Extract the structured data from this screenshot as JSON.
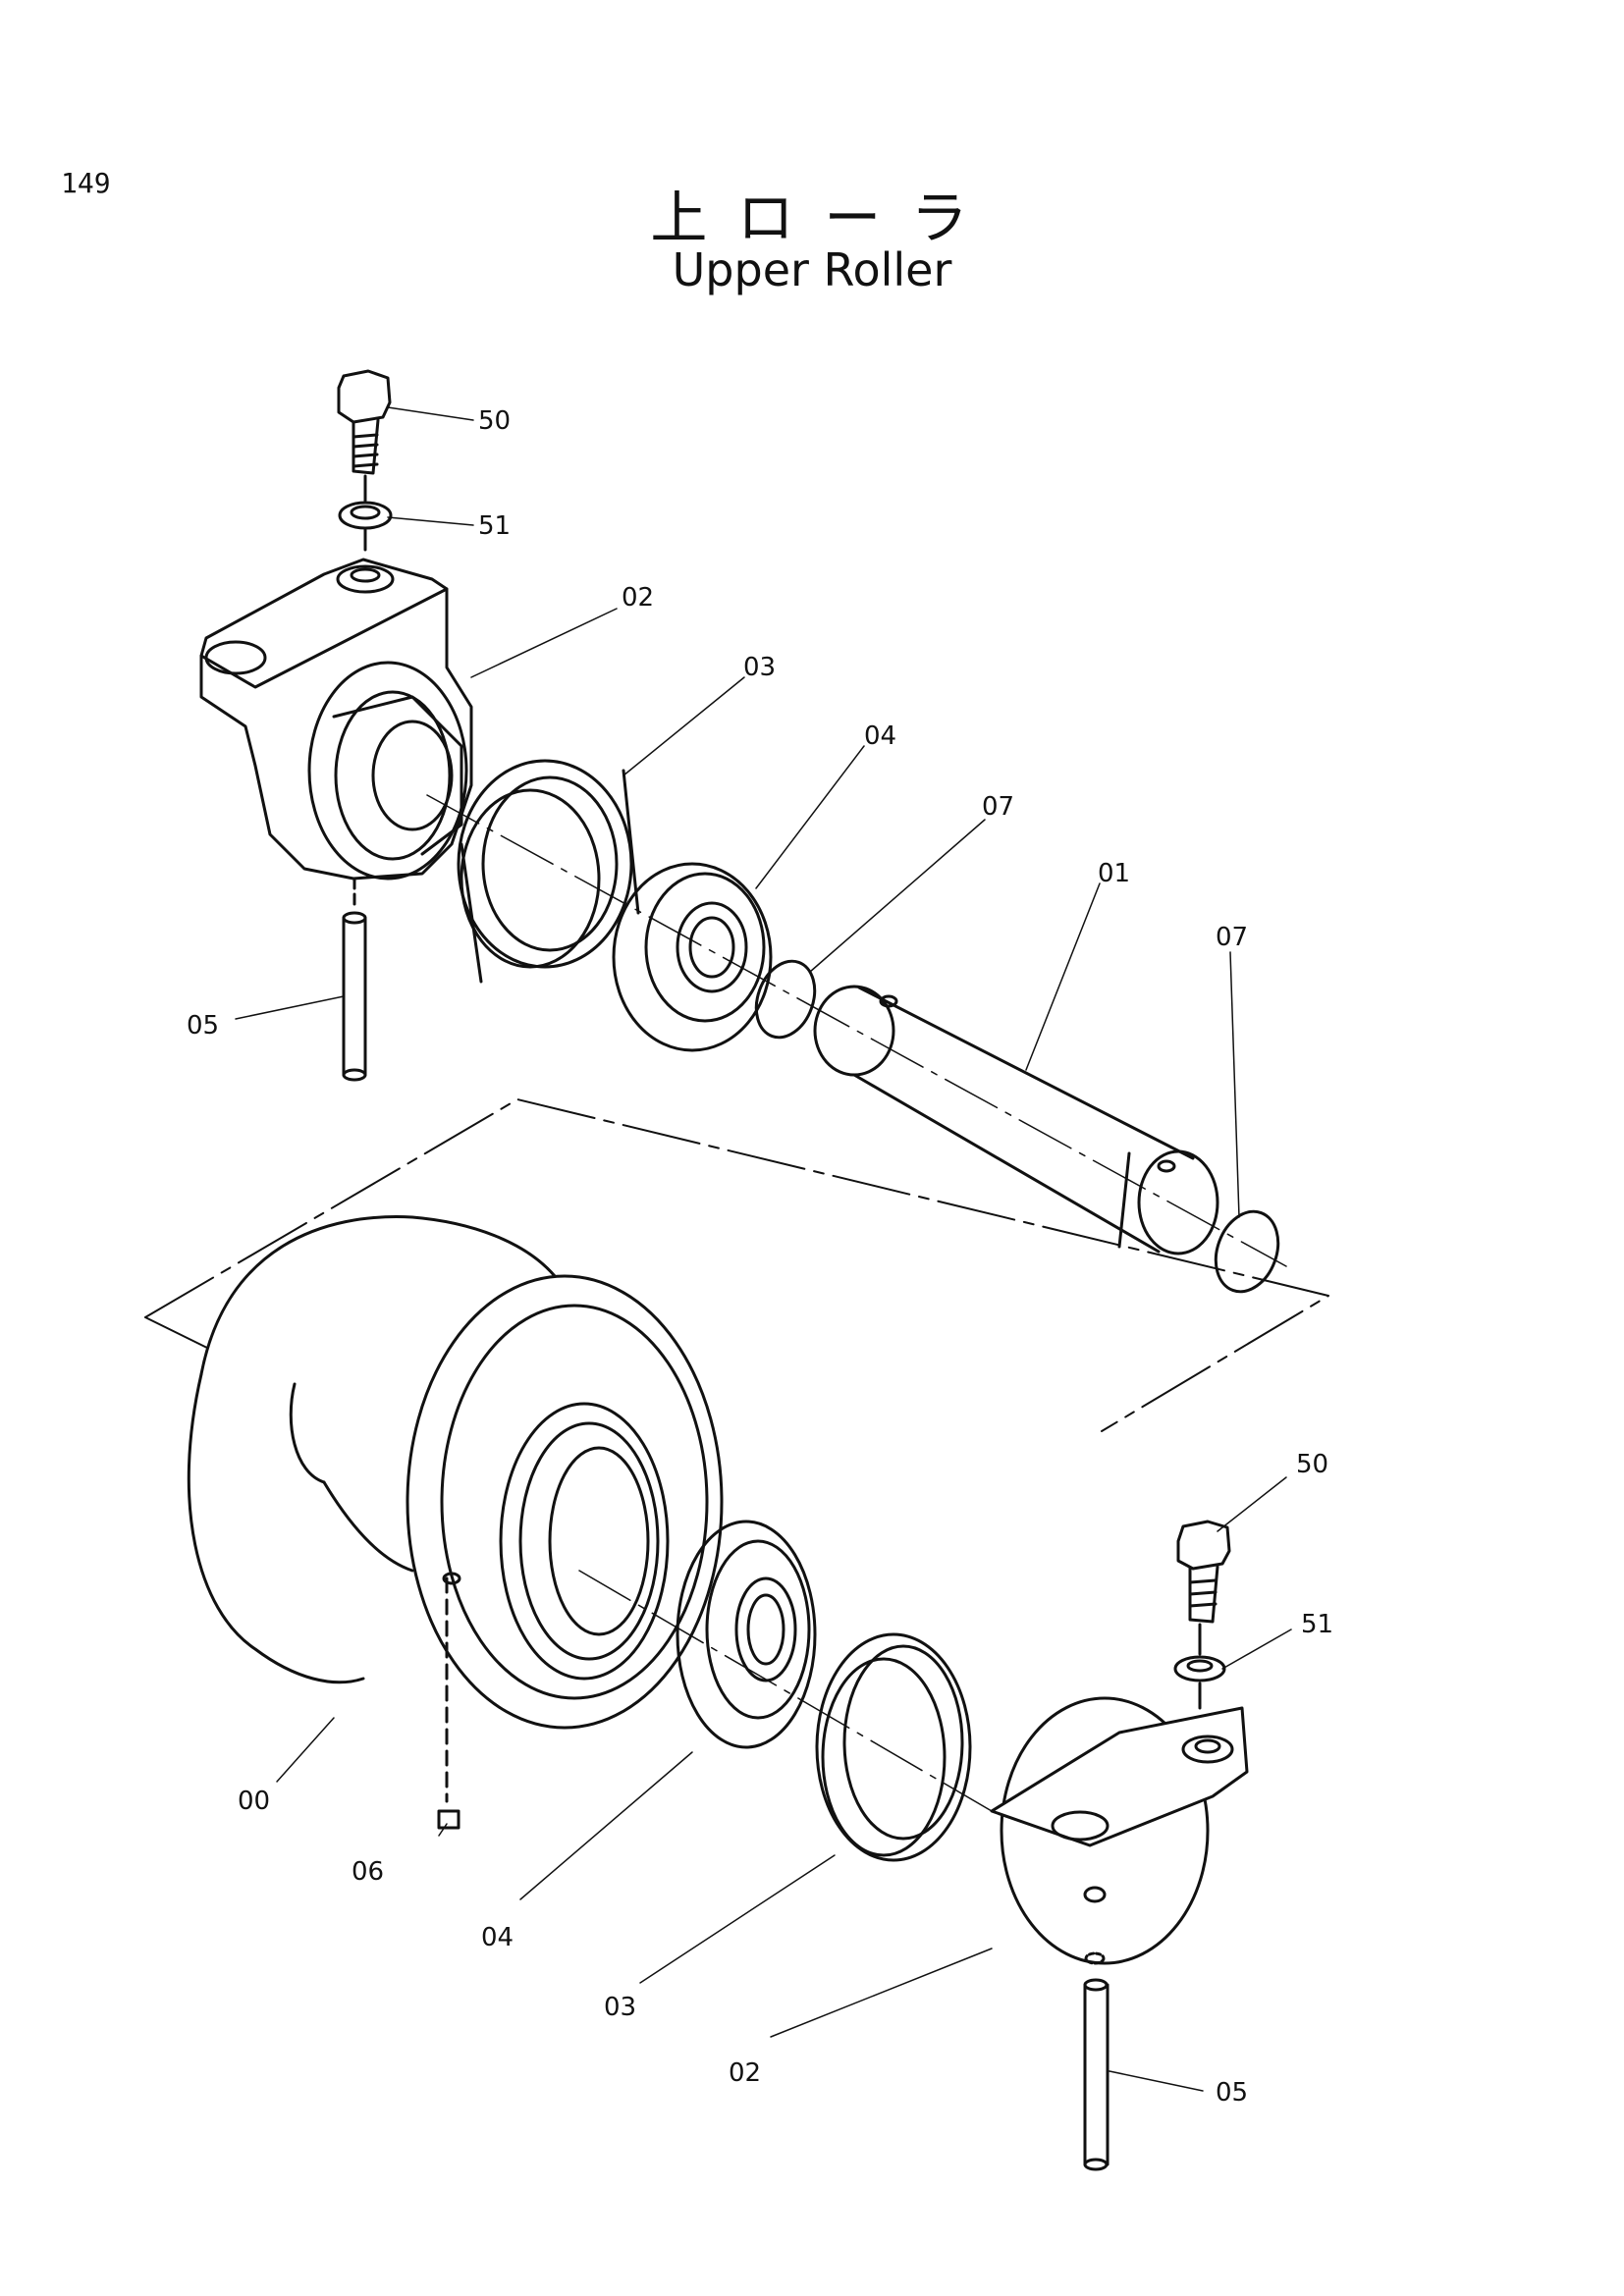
{
  "page_number": "149",
  "title_jp": "上 ロ ー ラ",
  "title_en": "Upper Roller",
  "callouts": {
    "top_bolt": "50",
    "top_washer": "51",
    "top_bracket": "02",
    "top_seal": "03",
    "top_bearing": "04",
    "ring_left": "07",
    "shaft": "01",
    "ring_right": "07",
    "top_pin": "05",
    "roller": "00",
    "plug": "06",
    "bottom_bearing": "04",
    "bottom_seal": "03",
    "bottom_bracket": "02",
    "bottom_pin": "05",
    "bottom_bolt": "50",
    "bottom_washer": "51"
  }
}
